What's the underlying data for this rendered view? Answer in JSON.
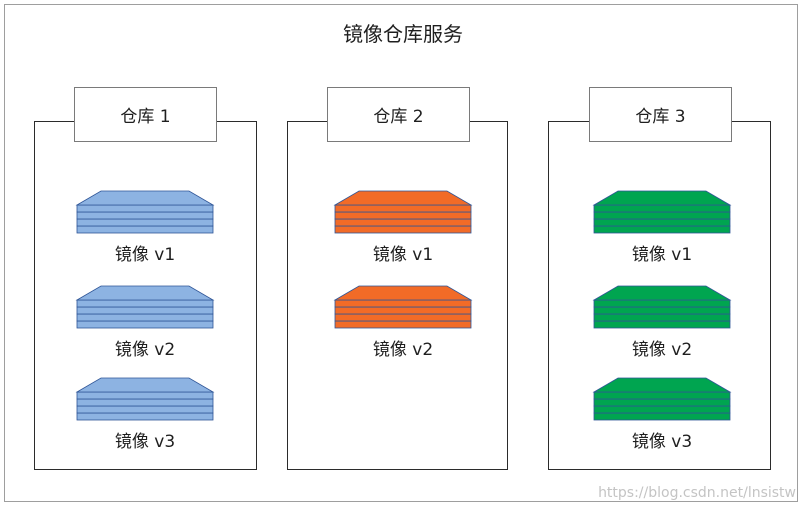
{
  "title": "镜像仓库服务",
  "repos": [
    {
      "label": "仓库 1",
      "color": "#8DB3E2",
      "images": [
        "镜像 v1",
        "镜像 v2",
        "镜像 v3"
      ]
    },
    {
      "label": "仓库 2",
      "color": "#F26B27",
      "images": [
        "镜像 v1",
        "镜像 v2"
      ]
    },
    {
      "label": "仓库 3",
      "color": "#00A550",
      "images": [
        "镜像 v1",
        "镜像 v2",
        "镜像 v3"
      ]
    }
  ],
  "watermark": "https://blog.csdn.net/lnsistw",
  "stroke_color": "#2F5597"
}
